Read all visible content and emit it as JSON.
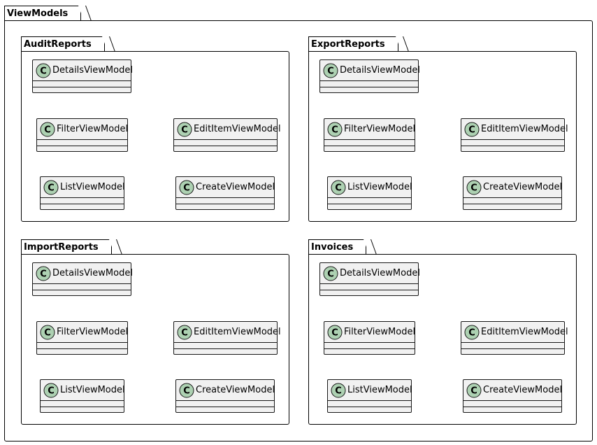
{
  "diagram": {
    "root_package": "ViewModels",
    "class_icon_letter": "C",
    "colors": {
      "class_fill": "#F1F1F1",
      "class_border": "#181818",
      "icon_fill": "#ADD1B2",
      "line": "#000000"
    },
    "packages": [
      {
        "name": "AuditReports",
        "classes": [
          "DetailsViewModel",
          "FilterViewModel",
          "EditItemViewModel",
          "ListViewModel",
          "CreateViewModel"
        ]
      },
      {
        "name": "ExportReports",
        "classes": [
          "DetailsViewModel",
          "FilterViewModel",
          "EditItemViewModel",
          "ListViewModel",
          "CreateViewModel"
        ]
      },
      {
        "name": "ImportReports",
        "classes": [
          "DetailsViewModel",
          "FilterViewModel",
          "EditItemViewModel",
          "ListViewModel",
          "CreateViewModel"
        ]
      },
      {
        "name": "Invoices",
        "classes": [
          "DetailsViewModel",
          "FilterViewModel",
          "EditItemViewModel",
          "ListViewModel",
          "CreateViewModel"
        ]
      }
    ]
  }
}
